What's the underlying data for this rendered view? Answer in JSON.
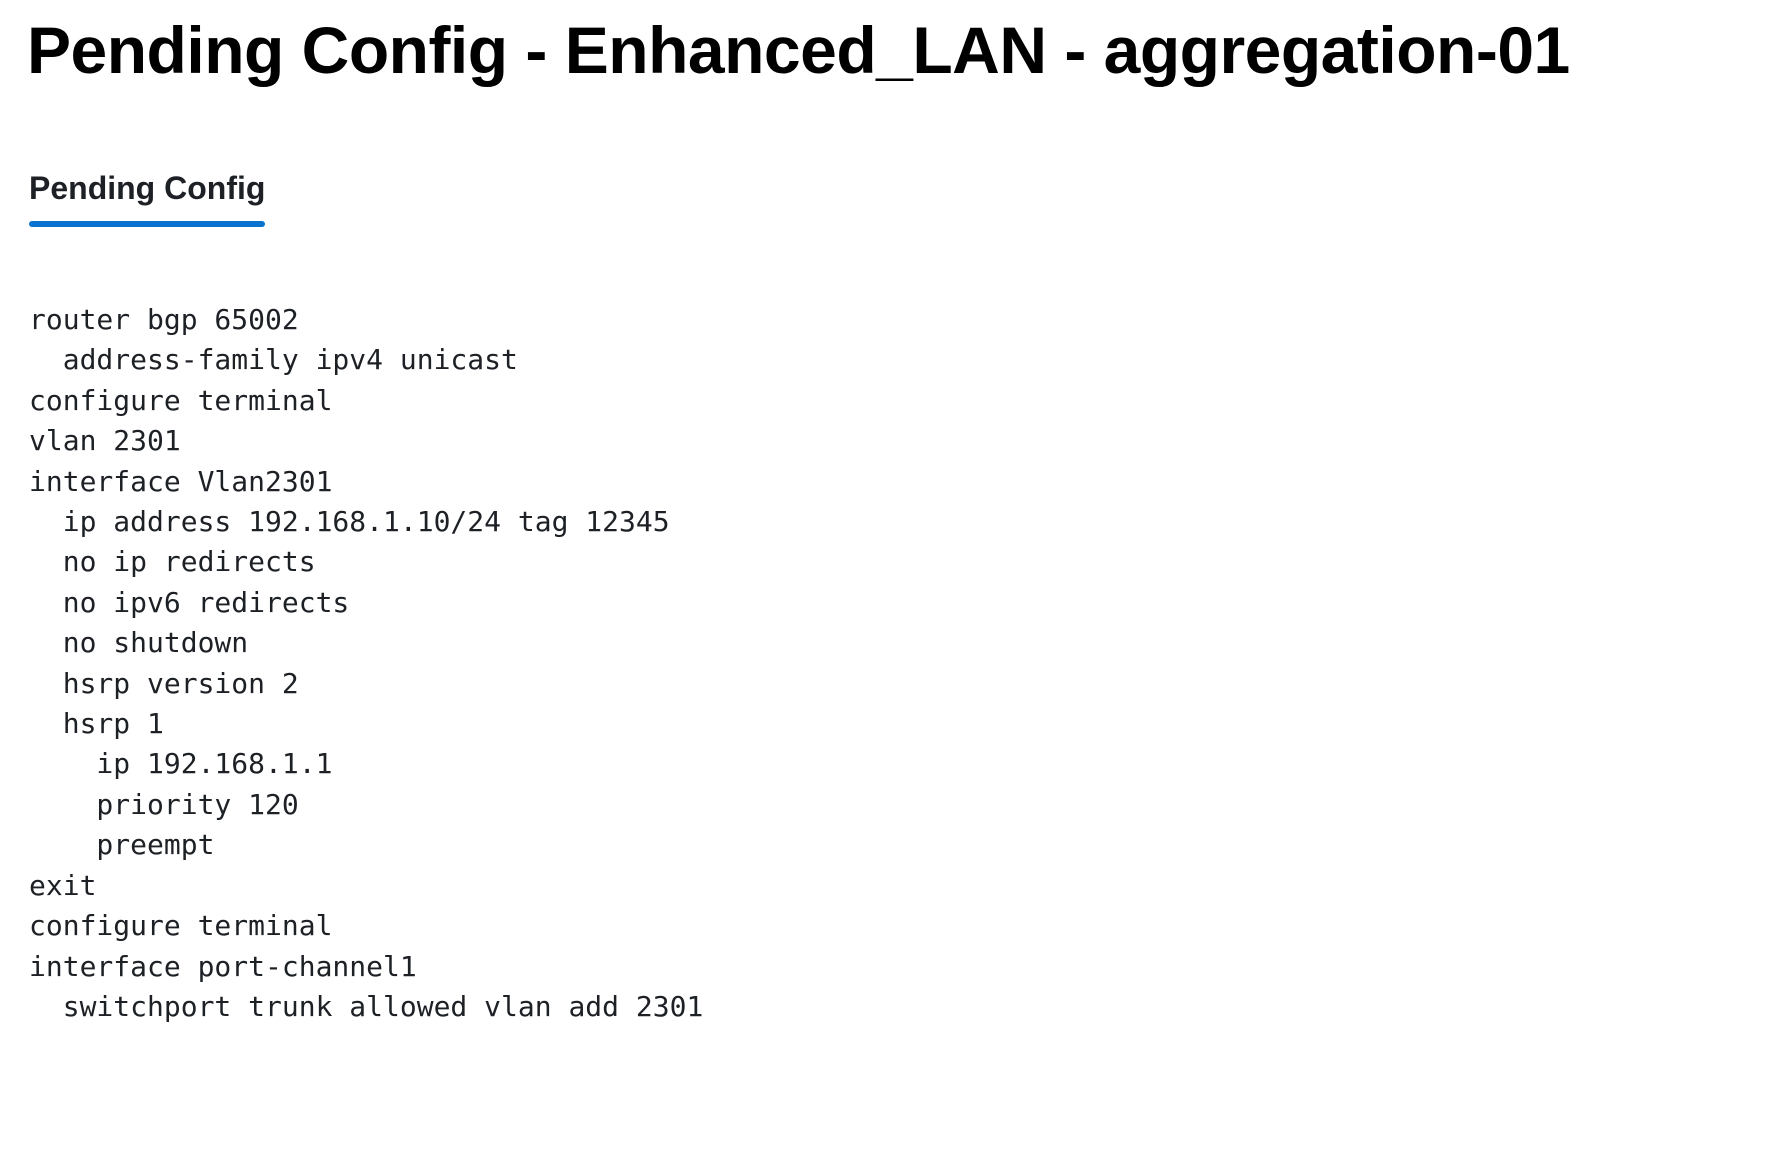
{
  "header": {
    "title": "Pending Config - Enhanced_LAN - aggregation-01"
  },
  "tabs": [
    {
      "label": "Pending Config",
      "active": true
    }
  ],
  "colors": {
    "accent": "#0a72cf",
    "title_text": "#000000",
    "body_text": "#1d2126",
    "background": "#ffffff"
  },
  "config": {
    "lines": [
      "router bgp 65002",
      "  address-family ipv4 unicast",
      "configure terminal",
      "vlan 2301",
      "interface Vlan2301",
      "  ip address 192.168.1.10/24 tag 12345",
      "  no ip redirects",
      "  no ipv6 redirects",
      "  no shutdown",
      "  hsrp version 2",
      "  hsrp 1",
      "    ip 192.168.1.1",
      "    priority 120",
      "    preempt",
      "exit",
      "configure terminal",
      "interface port-channel1",
      "  switchport trunk allowed vlan add 2301"
    ]
  }
}
